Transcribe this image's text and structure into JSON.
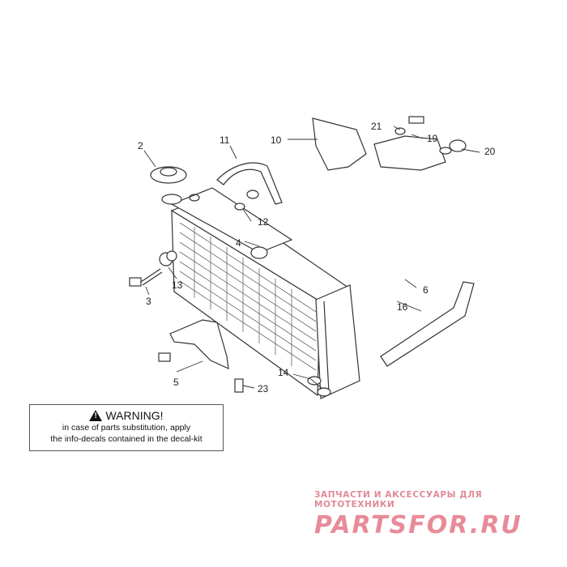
{
  "callouts": {
    "c2": "2",
    "c3": "3",
    "c4": "4",
    "c5": "5",
    "c6": "6",
    "c10": "10",
    "c11": "11",
    "c12": "12",
    "c13": "13",
    "c14": "14",
    "c16": "16",
    "c19": "19",
    "c20": "20",
    "c21": "21",
    "c23": "23"
  },
  "warning": {
    "title": "WARNING!",
    "line1": "in case of parts substitution, apply",
    "line2": "the info-decals contained in the decal-kit"
  },
  "brand": {
    "tagline": "ЗАПЧАСТИ И АКСЕССУАРЫ ДЛЯ МОТОТЕХНИКИ",
    "logo": "PARTSFOR.RU"
  },
  "colors": {
    "line": "#333333",
    "brand": "#e88b99"
  }
}
